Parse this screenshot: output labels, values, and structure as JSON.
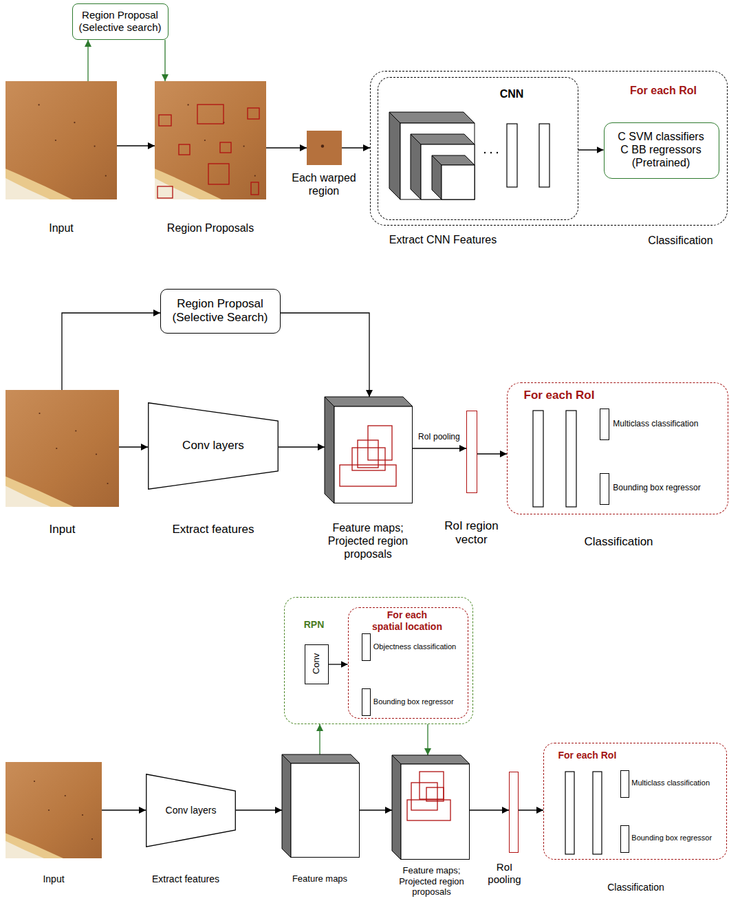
{
  "diagram": {
    "nodes": [
      {
        "text": [
          "Region Proposal (Selective search)"
        ]
      },
      {
        "text": [
          "Input"
        ]
      },
      {
        "text": [
          "Region Proposals"
        ]
      },
      {
        "text": [
          "Each warped region"
        ]
      },
      {
        "text": [
          "For each RoI",
          "Classification"
        ]
      },
      {
        "text": [
          "CNN",
          "Extract CNN Features"
        ],
        "in": 4
      },
      {
        "text": [
          "C SVM classifiers C BB regressors (Pretrained)"
        ],
        "in": 4
      },
      {
        "text": [
          "Region Proposal (Selective Search)"
        ]
      },
      {
        "text": [
          "Input"
        ]
      },
      {
        "text": [
          "Conv layers",
          "Extract features"
        ]
      },
      {
        "text": [
          "Feature maps; Projected region proposals"
        ]
      },
      {
        "text": [
          "RoI region vector"
        ]
      },
      {
        "text": [
          "For each RoI",
          "Classification"
        ]
      },
      {
        "text": [
          "Multiclass classification"
        ],
        "in": 12
      },
      {
        "text": [
          "Bounding box regressor"
        ],
        "in": 12
      },
      {
        "text": [
          "RPN"
        ]
      },
      {
        "text": [
          "Conv"
        ],
        "in": 15
      },
      {
        "text": [
          "For each spatial location"
        ],
        "in": 15
      },
      {
        "text": [
          "Objectness classification"
        ],
        "in": 17
      },
      {
        "text": [
          "Bounding box regressor"
        ],
        "in": 17
      },
      {
        "text": [
          "Input"
        ]
      },
      {
        "text": [
          "Conv layers",
          "Extract features"
        ]
      },
      {
        "text": [
          "Feature maps"
        ]
      },
      {
        "text": [
          "Feature maps; Projected region proposals"
        ]
      },
      {
        "text": [
          "RoI pooling"
        ]
      },
      {
        "text": [
          "For each RoI",
          "Classification"
        ]
      },
      {
        "text": [
          "Multiclass classification"
        ],
        "in": 25
      },
      {
        "text": [
          "Bounding box regressor"
        ],
        "in": 25
      }
    ],
    "edges": [
      {
        "from": 1,
        "to": 0,
        "arrow": "to"
      },
      {
        "from": 0,
        "to": 2,
        "arrow": "to"
      },
      {
        "from": 1,
        "to": 2,
        "arrow": "to"
      },
      {
        "from": 2,
        "to": 3,
        "arrow": "to"
      },
      {
        "from": 3,
        "to": 4,
        "arrow": "to"
      },
      {
        "from": 5,
        "to": 6,
        "arrow": "to"
      },
      {
        "from": 8,
        "to": 7,
        "arrow": "to"
      },
      {
        "from": 7,
        "to": 10,
        "arrow": "to"
      },
      {
        "from": 8,
        "to": 9,
        "arrow": "to"
      },
      {
        "from": 9,
        "to": 10,
        "arrow": "to"
      },
      {
        "from": 10,
        "to": 11,
        "label": "RoI pooling",
        "arrow": "to"
      },
      {
        "from": 11,
        "to": 12,
        "arrow": "to"
      },
      {
        "from": 16,
        "to": 17,
        "arrow": "to"
      },
      {
        "from": 20,
        "to": 21,
        "arrow": "to"
      },
      {
        "from": 21,
        "to": 22,
        "arrow": "to"
      },
      {
        "from": 22,
        "to": 15,
        "arrow": "to"
      },
      {
        "from": 15,
        "to": 23,
        "arrow": "to"
      },
      {
        "from": 22,
        "to": 23,
        "arrow": "to"
      },
      {
        "from": 23,
        "to": 24,
        "arrow": "to"
      },
      {
        "from": 24,
        "to": 25,
        "arrow": "to"
      }
    ]
  }
}
